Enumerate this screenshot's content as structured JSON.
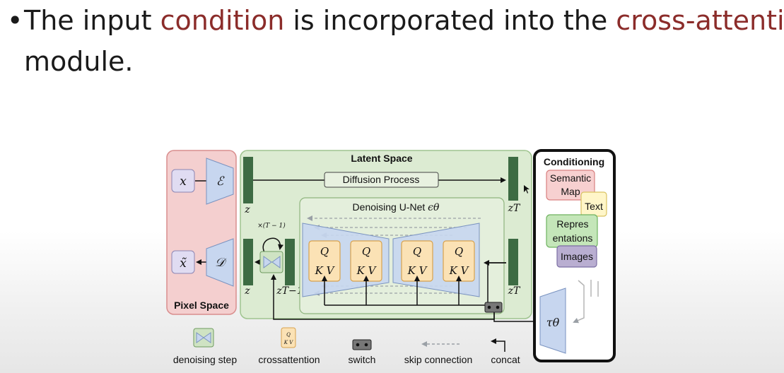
{
  "slide": {
    "bullet": "•",
    "line1_pre": "The input ",
    "line1_hl1": "condition",
    "line1_mid": " is incorporated into the ",
    "line1_hl2": "cross-attention",
    "line2": "module."
  },
  "colors": {
    "highlight": "#8b2c2a",
    "pixel_space_fill": "#f4cfcf",
    "latent_space_fill": "#dcebd2",
    "unet_fill": "#e4efdc",
    "encoder_fill": "#c7d6ef",
    "qkv_fill": "#fbe2b5",
    "bar_fill": "#3d6b43"
  },
  "diagram": {
    "pixel_space": "Pixel Space",
    "latent_space": "Latent Space",
    "conditioning": "Conditioning",
    "diffusion_process": "Diffusion Process",
    "denoising_unet": "Denoising U-Net ",
    "epsilon_theta": "ϵθ",
    "x": "x",
    "x_tilde": "x̃",
    "encoder": "ℰ",
    "decoder": "𝒟",
    "z": "z",
    "zT": "zT",
    "zT1": "zT−1",
    "repeat": "×(T − 1)",
    "tau": "τθ",
    "q": "Q",
    "kv": "K V",
    "cond_items": {
      "semantic": "Semantic",
      "map": "Map",
      "text": "Text",
      "repres": "Repres",
      "entations": "entations",
      "images": "Images"
    },
    "legend": {
      "denoising_step": "denoising step",
      "crossattention": "crossattention",
      "switch": "switch",
      "skip_connection": "skip connection",
      "concat": "concat"
    }
  }
}
